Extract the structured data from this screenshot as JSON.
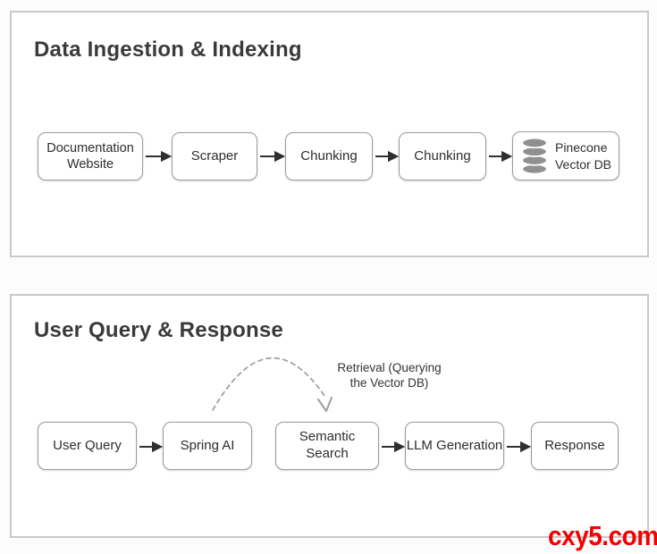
{
  "watermark": {
    "text": "cxy5.com",
    "color": "#f30000"
  },
  "colors": {
    "panel_border": "#c9c9c9",
    "node_border": "#9a9a9a",
    "arrow": "#2f2f2f",
    "dashed_arrow": "#9e9e9e",
    "database_icon_gray": "#8f8f8f",
    "watermark_red": "#f30000"
  },
  "panels": [
    {
      "title": "Data Ingestion & Indexing",
      "nodes": [
        {
          "name": "documentation-website",
          "lines": [
            "Documentation",
            "Website"
          ]
        },
        {
          "name": "scraper",
          "lines": [
            "Scraper"
          ]
        },
        {
          "name": "chunking-1",
          "lines": [
            "Chunking"
          ]
        },
        {
          "name": "chunking-2",
          "lines": [
            "Chunking"
          ]
        },
        {
          "name": "pinecone-vector-db",
          "icon": "database-icon",
          "lines": [
            "Pinecone",
            "Vector DB"
          ]
        }
      ]
    },
    {
      "title": "User Query & Response",
      "annotation": {
        "lines": [
          "Retrieval (Querying",
          "the Vector DB)"
        ]
      },
      "nodes": [
        {
          "name": "user-query",
          "lines": [
            "User Query"
          ]
        },
        {
          "name": "spring-ai",
          "lines": [
            "Spring AI"
          ]
        },
        {
          "name": "semantic-search",
          "lines": [
            "Semantic Search"
          ]
        },
        {
          "name": "llm-generation",
          "lines": [
            "LLM Generation"
          ]
        },
        {
          "name": "response",
          "lines": [
            "Response"
          ]
        }
      ]
    }
  ]
}
